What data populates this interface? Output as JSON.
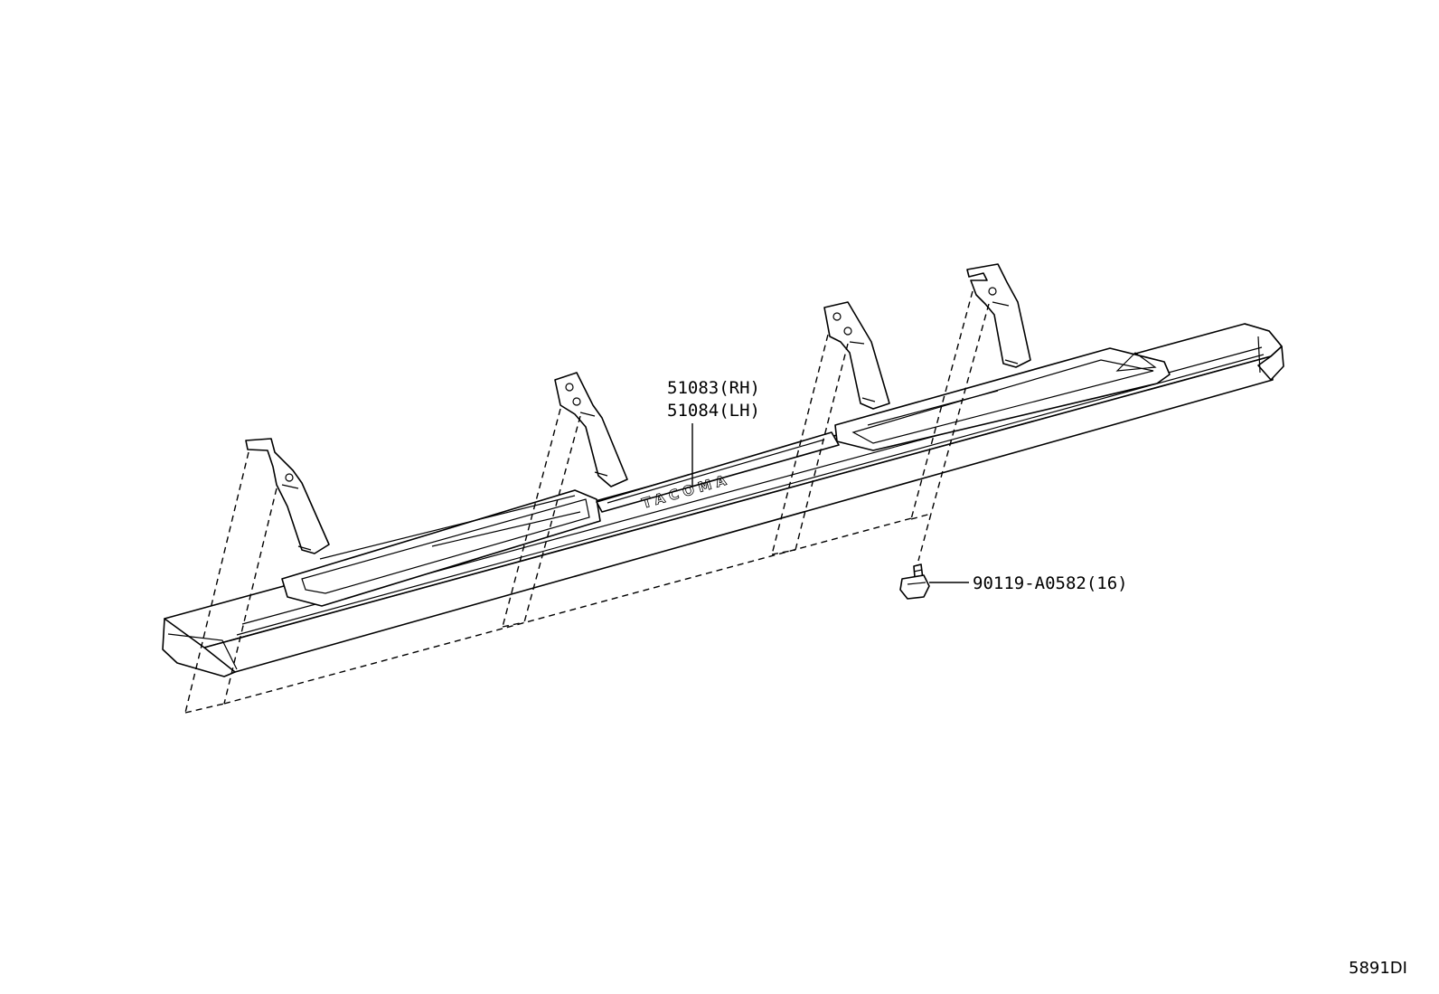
{
  "diagram": {
    "callouts": {
      "step_rh": "51083(RH)",
      "step_lh": "51084(LH)",
      "bolt": "90119-A0582(16)"
    },
    "emblem_text": "TACOMA",
    "figure_code": "5891DI"
  }
}
